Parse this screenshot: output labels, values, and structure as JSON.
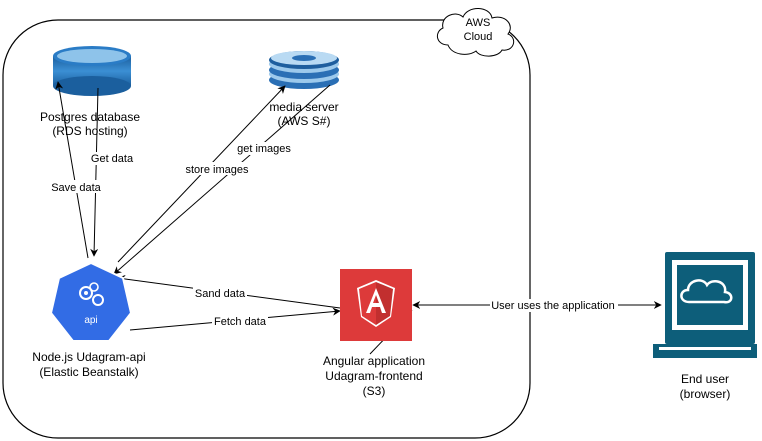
{
  "cloud_container": {
    "label_line1": "AWS",
    "label_line2": "Cloud"
  },
  "nodes": {
    "postgres": {
      "line1": "Postgres database",
      "line2": "(RDS hosting)",
      "icon": "database-cylinder-icon"
    },
    "media_server": {
      "line1": "media server",
      "line2": "(AWS S#)",
      "icon": "storage-disk-icon"
    },
    "nodejs_api": {
      "line1": "Node.js Udagram-api",
      "line2": "(Elastic Beanstalk)",
      "icon": "kubernetes-api-icon",
      "icon_text": "api"
    },
    "angular": {
      "line1": "Angular application",
      "line2": "Udagram-frontend",
      "line3": "(S3)",
      "icon": "angular-logo-icon"
    },
    "end_user": {
      "line1": "End user",
      "line2": "(browser)",
      "icon": "monitor-icon"
    }
  },
  "edges": {
    "save_data": "Save data",
    "get_data": "Get data",
    "get_images": "get images",
    "store_images": "store images",
    "sand_data": "Sand data",
    "fetch_data": "Fetch data",
    "user_uses": "User uses the application"
  },
  "colors": {
    "db_blue": "#1e6fb8",
    "db_light": "#8ec3ea",
    "k8s_blue": "#326ce5",
    "angular_red": "#dd3a3a",
    "angular_dark": "#b52e2e",
    "monitor_teal": "#0d5e7a",
    "line": "#000000"
  }
}
